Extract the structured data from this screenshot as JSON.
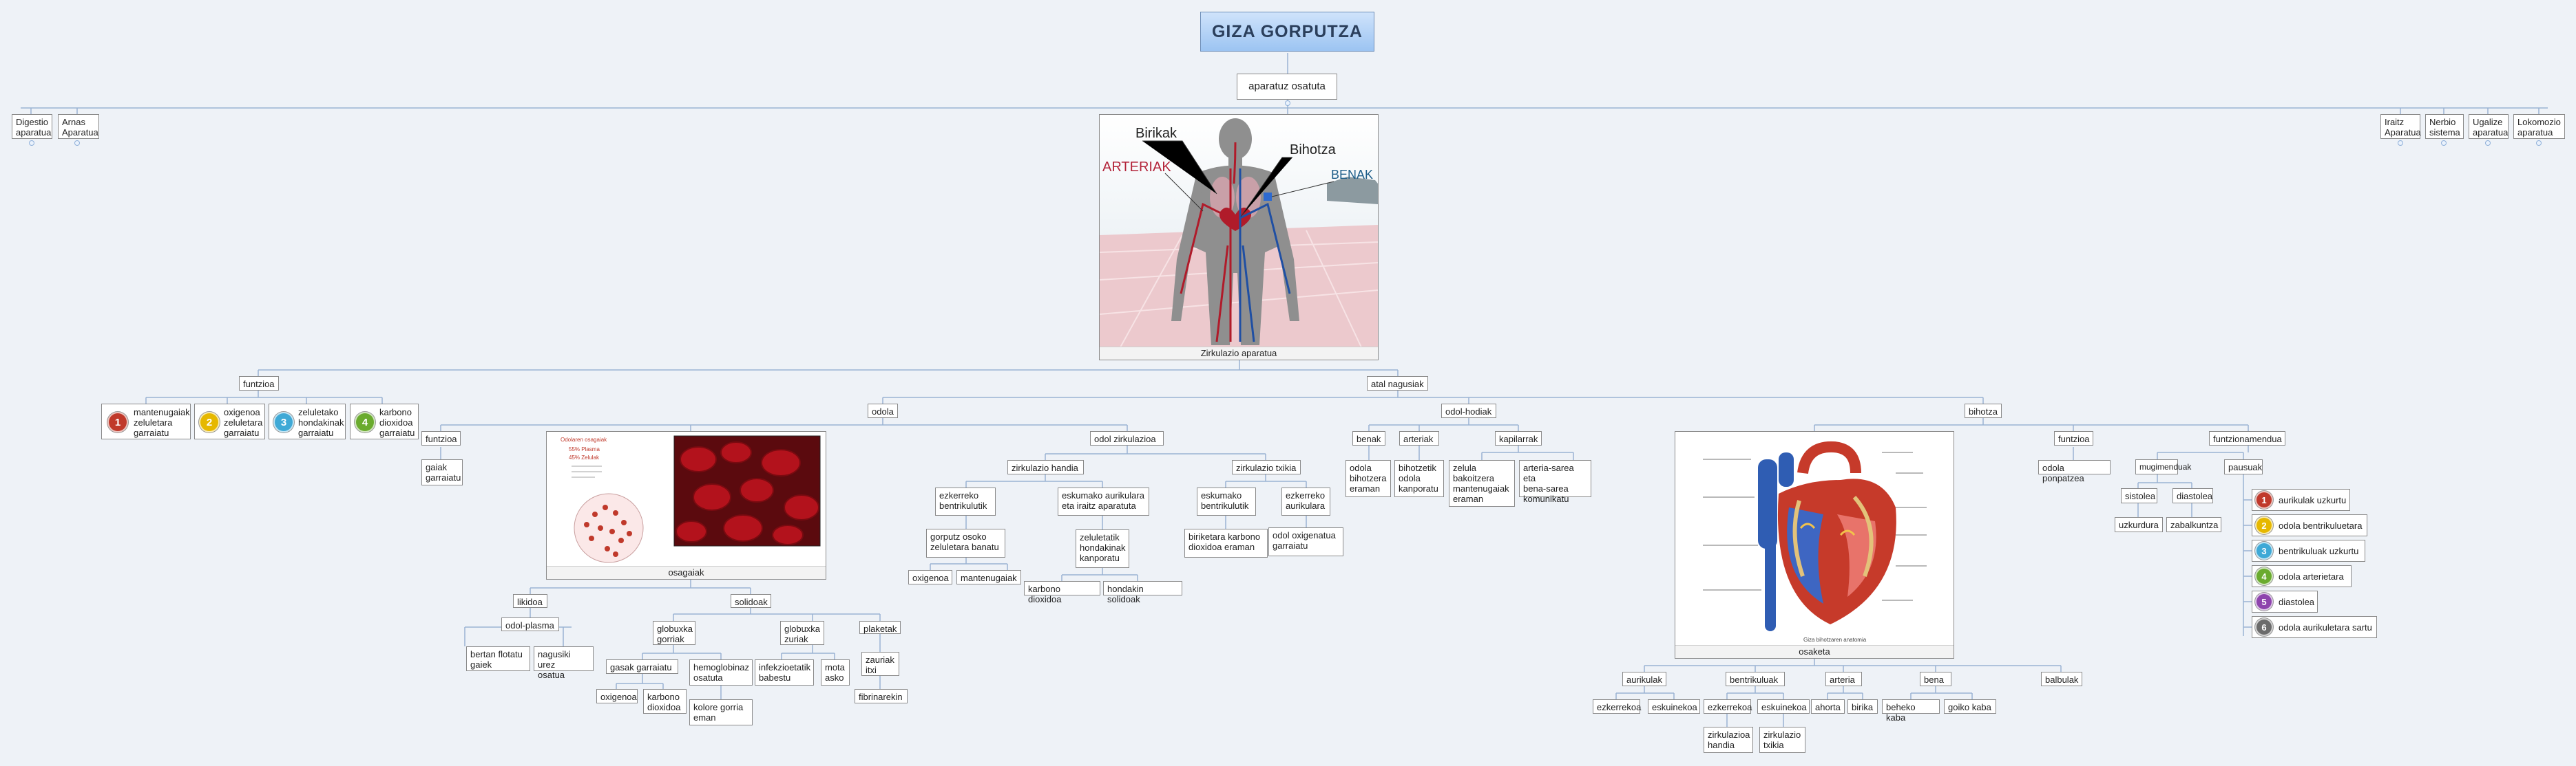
{
  "title": "GIZA GORPUTZA",
  "root_node": "aparatuz osatuta",
  "left_aparatuak": [
    "Digestio\naparatua",
    "Arnas\nAparatua"
  ],
  "right_aparatuak": [
    "Iraitz\nAparatua",
    "Nerbio\nsistema",
    "Ugalize\naparatua",
    "Lokomozio\naparatua"
  ],
  "main_image": {
    "caption": "Zirkulazio aparatua",
    "labels": {
      "birikak": "Birikak",
      "bihotza": "Bihotza",
      "arteriak": "ARTERIAK",
      "benak": "BENAK"
    }
  },
  "funtzioa": {
    "label": "funtzioa",
    "items": [
      {
        "num": "1",
        "color": "#c0392b",
        "text": "mantenugaiak\nzeluletara\ngarraiatu"
      },
      {
        "num": "2",
        "color": "#e6b800",
        "text": "oxigenoa\nzeluletara\ngarraiatu"
      },
      {
        "num": "3",
        "color": "#3fa9d6",
        "text": "zeluletako\nhondakinak\ngarraiatu"
      },
      {
        "num": "4",
        "color": "#6aab2e",
        "text": "karbono\ndioxidoa\ngarraiatu"
      }
    ]
  },
  "atal_nagusiak": "atal nagusiak",
  "odola": {
    "label": "odola",
    "funtzioa": "funtzioa",
    "funtzioa_child": "gaiak\ngarraiatu",
    "image_caption": "osagaiak",
    "image_text": {
      "l1": "Odolaren osagaiak",
      "l2": "55% Plasma",
      "l3": "45% Zelulak"
    },
    "likidoa": "likidoa",
    "odol_plasma": "odol-plasma",
    "plasma_children": [
      "bertan flotatu\ngaiek",
      "nagusiki urez\nosatua"
    ],
    "solidoak": "solidoak",
    "globuluak_gorriak": "globuxka\ngorriak",
    "gasak_garraiatu": "gasak garraiatu",
    "gasak_children": [
      "oxigenoa",
      "karbono\ndioxidoa"
    ],
    "hemoglobina": "hemoglobinaz\nosatuta",
    "kolore": "kolore gorria\neman",
    "globuluak_zuriak": "globuxka\nzuriak",
    "zuriak_children": [
      "infekzioetatik\nbabestu",
      "mota\nasko"
    ],
    "plaketak": "plaketak",
    "zauriak": "zauriak\nitxi",
    "fibrina": "fibrinarekin"
  },
  "odol_zirkulazioa": {
    "label": "odol zirkulazioa",
    "handia": "zirkulazio handia",
    "ezkerreko": "ezkerreko\nbentrikulutik",
    "gorputz": "gorputz osoko\nzeluletara banatu",
    "gorputz_children": [
      "oxigenoa",
      "mantenugaiak"
    ],
    "eskumako": "eskumako aurikulara\neta iraitz aparatuta",
    "zeluletatik": "zeluletatik\nhondakinak\nkanporatu",
    "zeluletatik_children": [
      "karbono dioxidoa",
      "hondakin solidoak"
    ],
    "txikia": "zirkulazio txikia",
    "eskumako_bentr": "eskumako\nbentrikulutik",
    "biriketara": "biriketara karbono\ndioxidoa eraman",
    "ezkerreko_aurik": "ezkerreko\naurikulara",
    "odol_oxigenatua": "odol oxigenatua\ngarraiatu"
  },
  "odol_hodiak": {
    "label": "odol-hodiak",
    "benak": "benak",
    "benak_child": "odola\nbihotzera\neraman",
    "arteriak": "arteriak",
    "arteriak_child": "bihotzetik\nodola\nkanporatu",
    "kapilarrak": "kapilarrak",
    "kap_children": [
      "zelula\nbakoitzera\nmantenugaiak\neraman",
      "arteria-sarea eta\nbena-sarea\nkomunikatu"
    ]
  },
  "bihotza": {
    "label": "bihotza",
    "image_caption": "osaketa",
    "image_note": "Giza bihotzaren anatomia",
    "parts": {
      "aurikulak": "aurikulak",
      "aurikulak_children": [
        "ezkerrekoa",
        "eskuinekoa"
      ],
      "bentrikuluak": "bentrikuluak",
      "bentrikuluak_children": [
        "ezkerrekoa",
        "eskuinekoa"
      ],
      "bentr_grandchildren": [
        "zirkulazioa\nhandia",
        "zirkulazio\ntxikia"
      ],
      "arteria": "arteria",
      "arteria_children": [
        "ahorta",
        "birika"
      ],
      "bena": "bena",
      "bena_children": [
        "beheko kaba",
        "goiko kaba"
      ],
      "balbulak": "balbulak"
    },
    "funtzioa": "funtzioa",
    "funtzioa_child": "odola ponpatzea",
    "funtzionamendua": "funtzionamendua",
    "mugimenduak": "mugimenduak",
    "sistolea": "sistolea",
    "sistolea_child": "uzkurdura",
    "diastolea": "diastolea",
    "diastolea_child": "zabalkuntza",
    "pausuak": "pausuak",
    "steps": [
      {
        "num": "1",
        "color": "#c0392b",
        "text": "aurikulak uzkurtu"
      },
      {
        "num": "2",
        "color": "#e6b800",
        "text": "odola bentrikuluetara"
      },
      {
        "num": "3",
        "color": "#3fa9d6",
        "text": "bentrikuluak uzkurtu"
      },
      {
        "num": "4",
        "color": "#6aab2e",
        "text": "odola arterietara"
      },
      {
        "num": "5",
        "color": "#8e44ad",
        "text": "diastolea"
      },
      {
        "num": "6",
        "color": "#6b6b6b",
        "text": "odola aurikuletara sartu"
      }
    ]
  }
}
